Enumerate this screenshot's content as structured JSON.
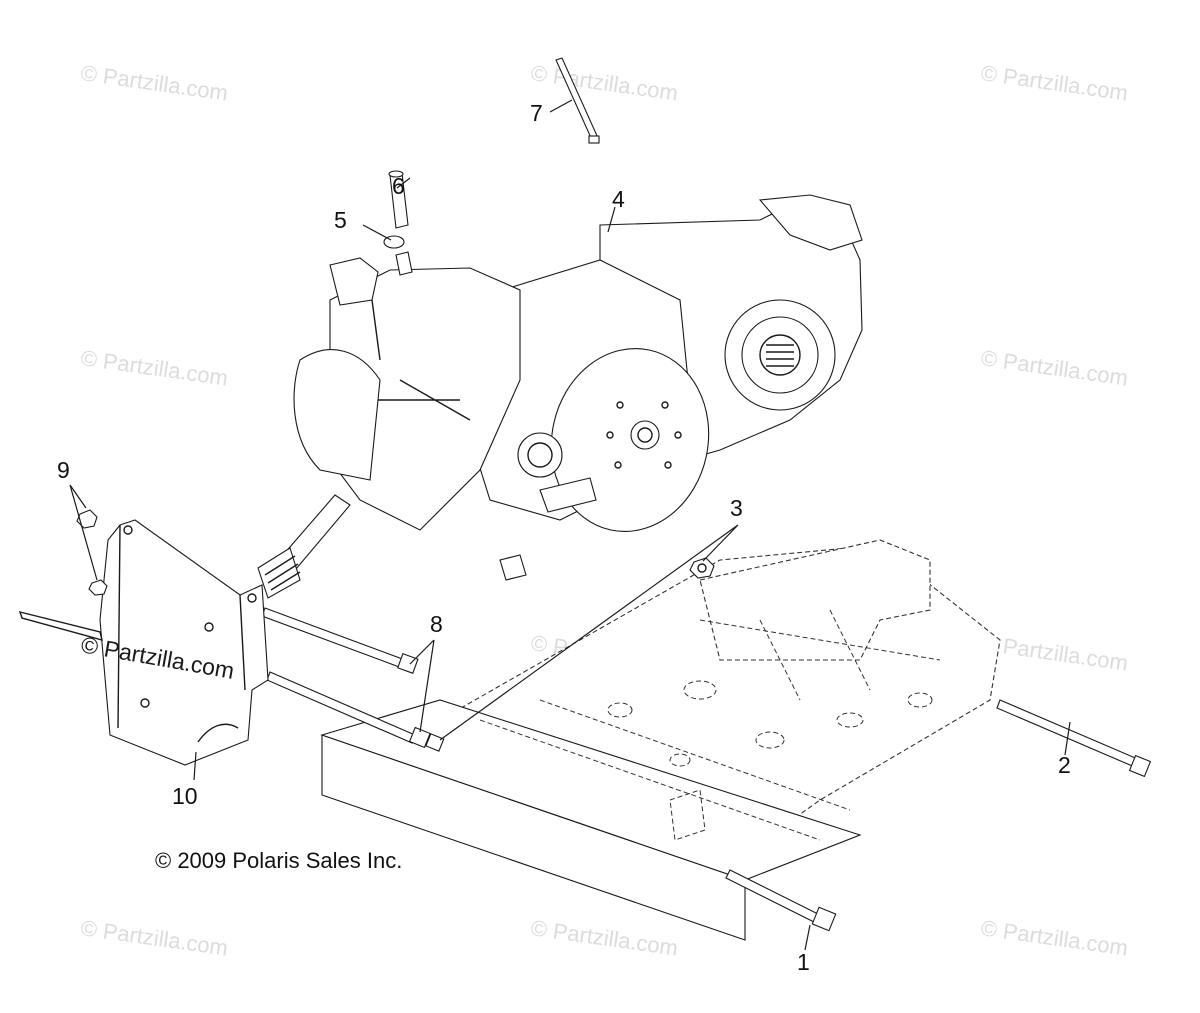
{
  "diagram": {
    "callouts": {
      "c1": "1",
      "c2": "2",
      "c3": "3",
      "c4": "4",
      "c5": "5",
      "c6": "6",
      "c7": "7",
      "c8": "8",
      "c9": "9",
      "c10": "10"
    },
    "copyright": "© 2009 Polaris Sales Inc.",
    "watermark": "© Partzilla.com"
  }
}
